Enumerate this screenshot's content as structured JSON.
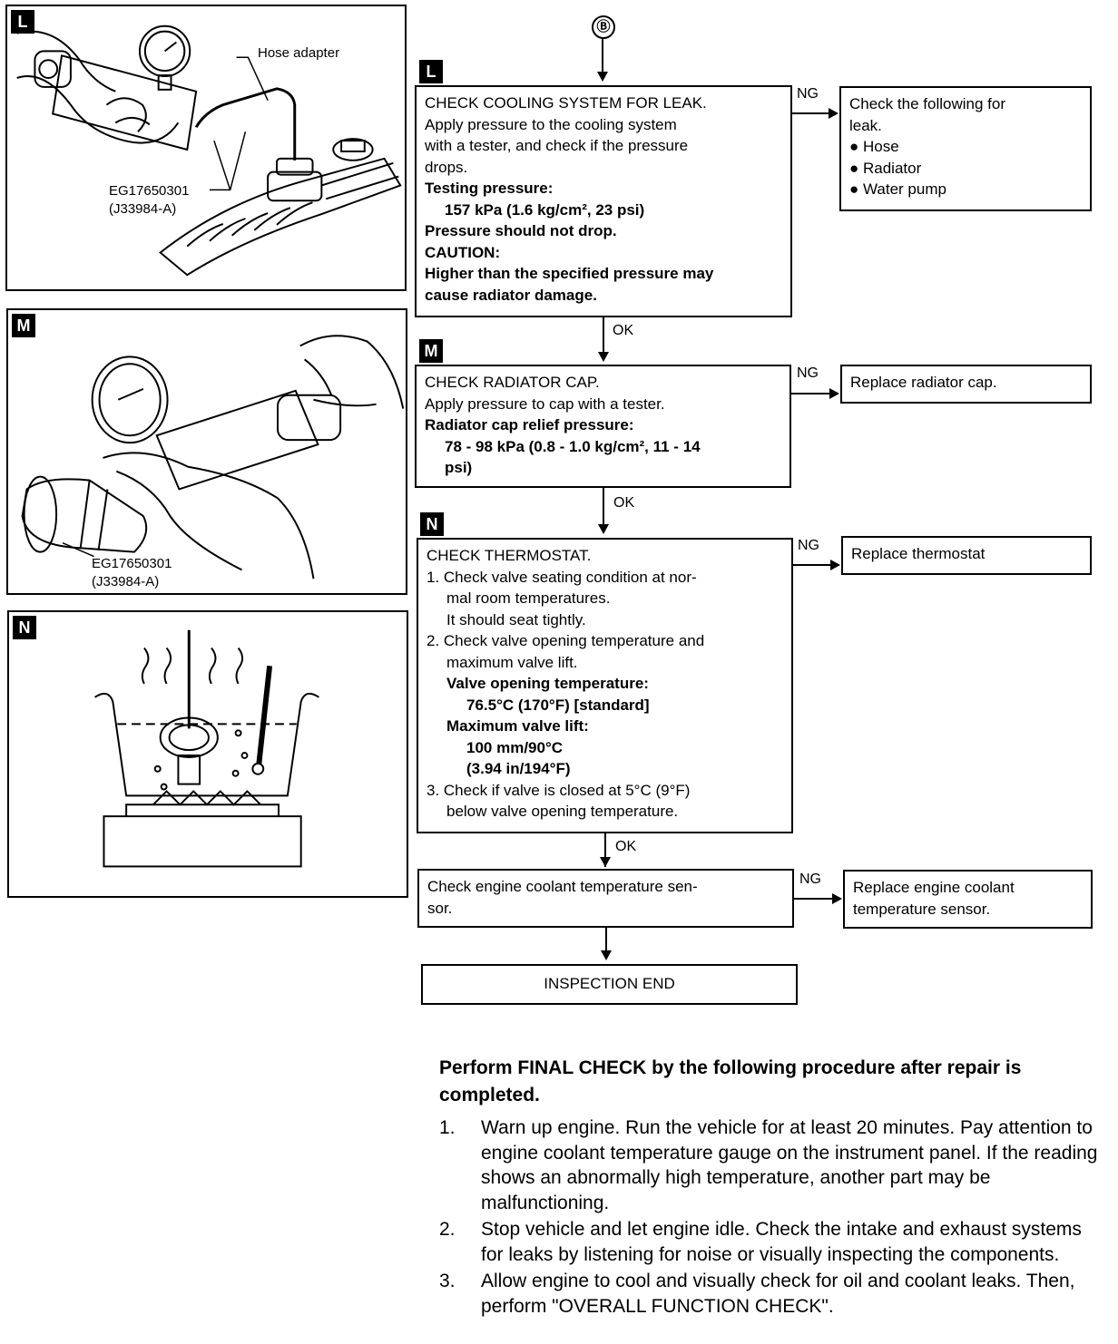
{
  "connector": {
    "symbol": "Ⓑ"
  },
  "panels": [
    {
      "tag": "L",
      "callouts": [
        "Hose adapter",
        "EG17650301",
        "(J33984-A)"
      ]
    },
    {
      "tag": "M",
      "callouts": [
        "EG17650301",
        "(J33984-A)"
      ]
    },
    {
      "tag": "N",
      "callouts": []
    }
  ],
  "flow": {
    "step_L": {
      "tag": "L",
      "lines": [
        "CHECK COOLING SYSTEM FOR LEAK.",
        "Apply pressure to the cooling system",
        "with a tester, and check if the pressure",
        "drops.",
        "Testing pressure:",
        "157 kPa (1.6 kg/cm², 23 psi)",
        "Pressure should not drop.",
        "CAUTION:",
        "Higher than the specified pressure may",
        "cause radiator damage."
      ],
      "ng_label": "NG",
      "ng_lines": [
        "Check the following for",
        "leak.",
        "● Hose",
        "● Radiator",
        "● Water pump"
      ],
      "ok_label": "OK"
    },
    "step_M": {
      "tag": "M",
      "lines": [
        "CHECK RADIATOR CAP.",
        "Apply pressure to cap with a tester.",
        "Radiator cap relief pressure:",
        "78 - 98 kPa (0.8 - 1.0 kg/cm², 11 - 14",
        "psi)"
      ],
      "ng_label": "NG",
      "ng_lines": [
        "Replace radiator cap."
      ],
      "ok_label": "OK"
    },
    "step_N": {
      "tag": "N",
      "lines": [
        "CHECK THERMOSTAT.",
        "1. Check valve seating condition at nor-",
        "mal room temperatures.",
        "It should seat tightly.",
        "2. Check valve opening temperature and",
        "maximum valve lift.",
        "Valve opening temperature:",
        "76.5°C (170°F) [standard]",
        "Maximum valve lift:",
        "100 mm/90°C",
        "(3.94 in/194°F)",
        "3. Check if valve is closed at 5°C (9°F)",
        "below valve opening temperature."
      ],
      "ng_label": "NG",
      "ng_lines": [
        "Replace thermostat"
      ],
      "ok_label": "OK"
    },
    "step_sensor": {
      "lines": [
        "Check engine coolant temperature sen-",
        "sor."
      ],
      "ng_label": "NG",
      "ng_lines": [
        "Replace engine coolant",
        "temperature sensor."
      ]
    },
    "end": {
      "label": "INSPECTION END"
    }
  },
  "final_check": {
    "heading": "Perform FINAL CHECK by the following procedure after repair is completed.",
    "items": [
      {
        "num": "1.",
        "text": "Warn up engine. Run the vehicle for at least 20 minutes. Pay attention to engine coolant temperature gauge on the instrument panel. If the reading shows an abnormally high temperature, another part may be malfunctioning."
      },
      {
        "num": "2.",
        "text": "Stop vehicle and let engine idle. Check the intake and exhaust systems for leaks by listening for noise or visually inspecting the components."
      },
      {
        "num": "3.",
        "text": "Allow engine to cool and visually check for oil and coolant leaks. Then, perform \"OVERALL FUNCTION CHECK\"."
      }
    ]
  }
}
